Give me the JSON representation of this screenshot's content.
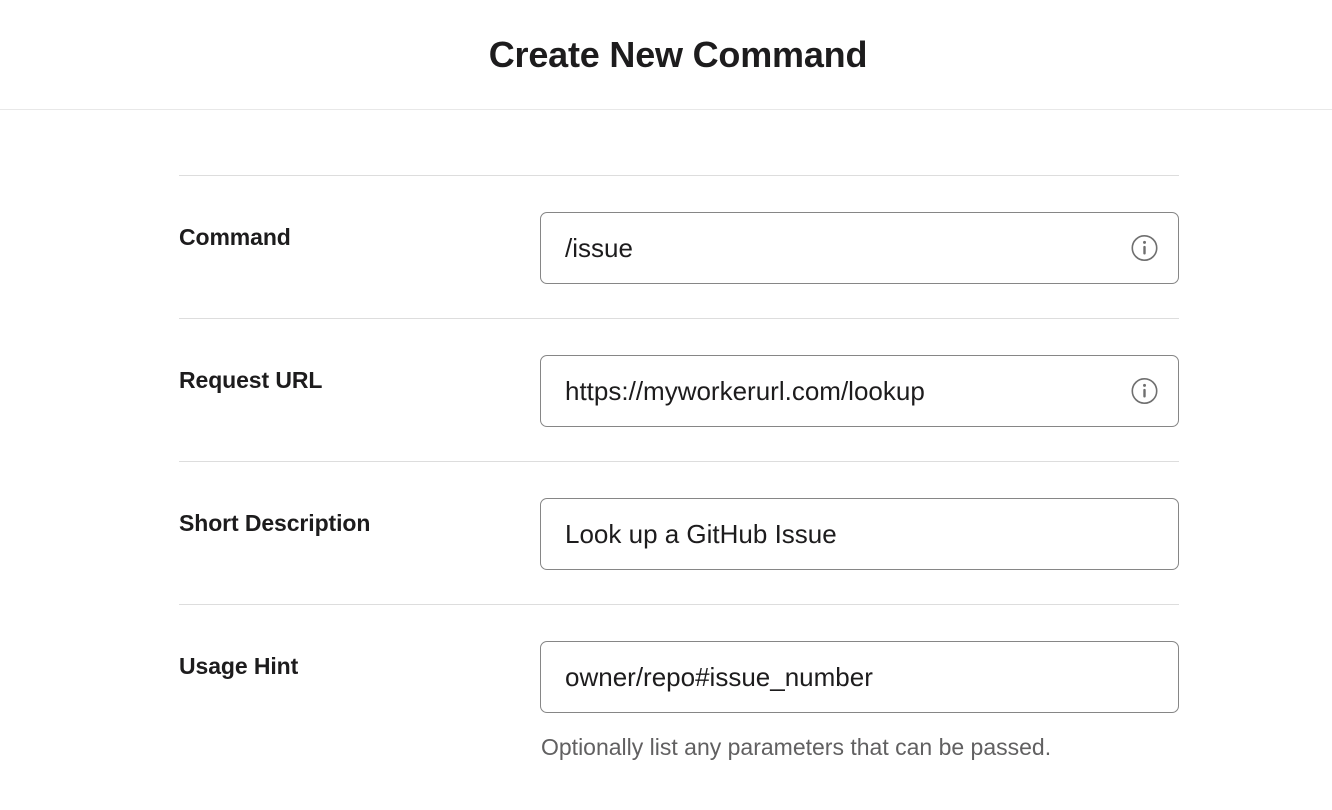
{
  "header": {
    "title": "Create New Command"
  },
  "form": {
    "fields": [
      {
        "label": "Command",
        "value": "/issue",
        "placeholder": "",
        "icon": "info-icon",
        "has_info_icon": true,
        "helper": ""
      },
      {
        "label": "Request URL",
        "value": "https://myworkerurl.com/lookup",
        "placeholder": "",
        "icon": "info-icon",
        "has_info_icon": true,
        "helper": ""
      },
      {
        "label": "Short Description",
        "value": "Look up a GitHub Issue",
        "placeholder": "",
        "icon": "",
        "has_info_icon": false,
        "helper": ""
      },
      {
        "label": "Usage Hint",
        "value": "owner/repo#issue_number",
        "placeholder": "",
        "icon": "",
        "has_info_icon": false,
        "helper": "Optionally list any parameters that can be passed."
      }
    ]
  },
  "colors": {
    "text": "#1d1c1d",
    "muted_text": "#616061",
    "input_border": "#868686",
    "divider": "#dddddd",
    "background": "#ffffff"
  }
}
